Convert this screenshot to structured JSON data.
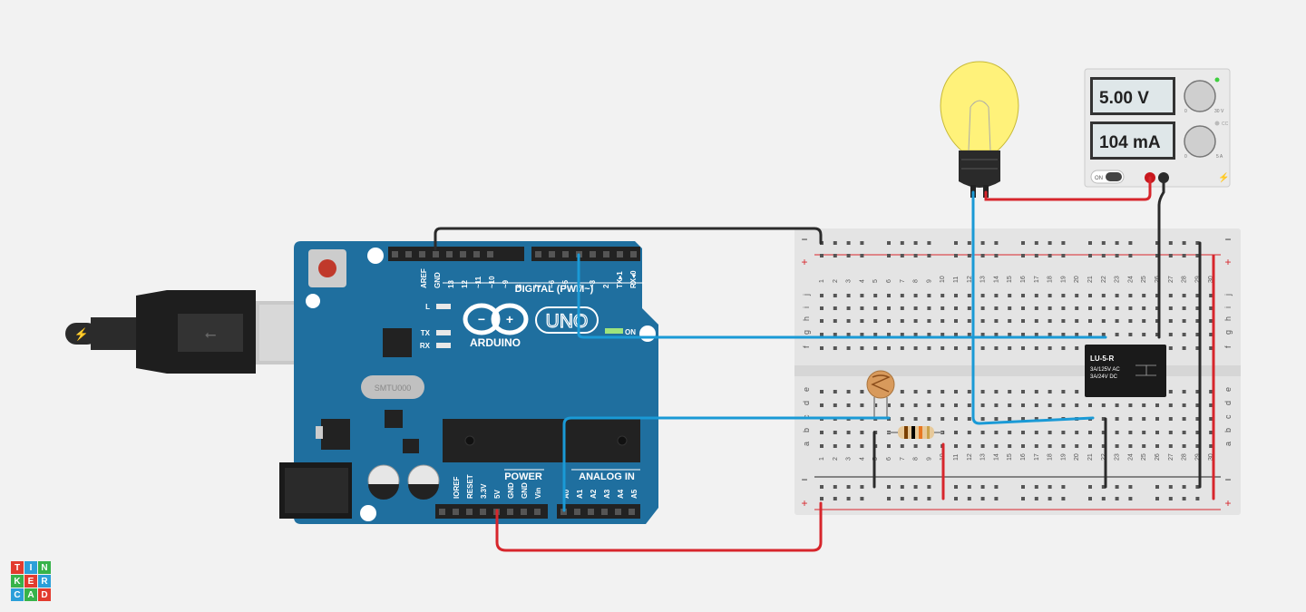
{
  "arduino": {
    "brand": "ARDUINO",
    "model": "UNO",
    "digital_label": "DIGITAL (PWM~)",
    "power_label": "POWER",
    "analog_label": "ANALOG IN",
    "on_label": "ON",
    "led_l": "L",
    "led_tx": "TX",
    "led_rx": "RX",
    "crystal": "SMTU000",
    "pins_top_left": [
      "AREF",
      "GND",
      "13",
      "12",
      "~11",
      "~10",
      "~9",
      "8"
    ],
    "pins_top_right": [
      "7",
      "~6",
      "~5",
      "4",
      "~3",
      "2",
      "TX▸1",
      "RX◂0"
    ],
    "pins_power": [
      "IOREF",
      "RESET",
      "3.3V",
      "5V",
      "GND",
      "GND",
      "Vin"
    ],
    "pins_analog": [
      "A0",
      "A1",
      "A2",
      "A3",
      "A4",
      "A5"
    ]
  },
  "power_supply": {
    "voltage": "5.00 V",
    "current": "104 mA",
    "on_label": "ON",
    "cc_label": "CC",
    "knob1_min": "0",
    "knob1_max": "30 V",
    "knob2_min": "0",
    "knob2_max": "5 A"
  },
  "relay": {
    "model": "LU-5-R",
    "rating1": "3A/125V AC",
    "rating2": "3A/24V DC"
  },
  "breadboard": {
    "rows_top": [
      "j",
      "i",
      "h",
      "g",
      "f"
    ],
    "rows_bottom": [
      "e",
      "d",
      "c",
      "b",
      "a"
    ],
    "minus": "−",
    "plus": "+"
  },
  "logo": [
    "T",
    "I",
    "N",
    "K",
    "E",
    "R",
    "C",
    "A",
    "D"
  ],
  "colors": {
    "arduino_blue": "#1f6f9f",
    "wire_blue": "#1a9ad6",
    "wire_red": "#d7262c",
    "wire_black": "#2b2b2b",
    "bulb_yellow": "#fff27a"
  }
}
